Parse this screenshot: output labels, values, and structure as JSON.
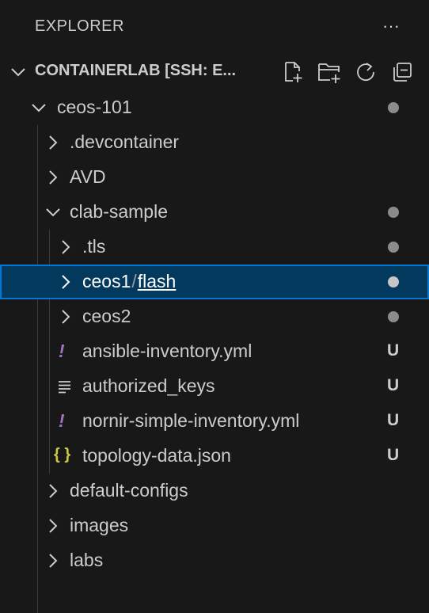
{
  "header": {
    "title": "EXPLORER",
    "more_label": "···"
  },
  "section": {
    "title": "CONTAINERLAB [SSH: E...",
    "actions": [
      "new-file-icon",
      "new-folder-icon",
      "refresh-icon",
      "collapse-all-icon"
    ]
  },
  "tree": {
    "ceos101": {
      "label": "ceos-101",
      "badge": "modified-dot"
    },
    "devcontainer": {
      "label": ".devcontainer"
    },
    "avd": {
      "label": "AVD"
    },
    "clab_sample": {
      "label": "clab-sample",
      "badge": "modified-dot"
    },
    "tls": {
      "label": ".tls",
      "badge": "modified-dot"
    },
    "ceos1": {
      "label": "ceos1",
      "separator": "/",
      "sublabel": "flash",
      "badge": "modified-dot"
    },
    "ceos2": {
      "label": "ceos2",
      "badge": "modified-dot"
    },
    "ansible_inventory": {
      "label": "ansible-inventory.yml",
      "icon_text": "!",
      "badge": "U"
    },
    "authorized_keys": {
      "label": "authorized_keys",
      "badge": "U"
    },
    "nornir_inventory": {
      "label": "nornir-simple-inventory.yml",
      "icon_text": "!",
      "badge": "U"
    },
    "topology_data": {
      "label": "topology-data.json",
      "icon_text": "{ }",
      "badge": "U"
    },
    "default_configs": {
      "label": "default-configs"
    },
    "images": {
      "label": "images"
    },
    "labs": {
      "label": "labs"
    }
  },
  "colors": {
    "background": "#181818",
    "selection_bg": "#04395e",
    "selection_border": "#0078d4",
    "yaml_icon": "#a074c4",
    "json_icon": "#cbcb41"
  }
}
